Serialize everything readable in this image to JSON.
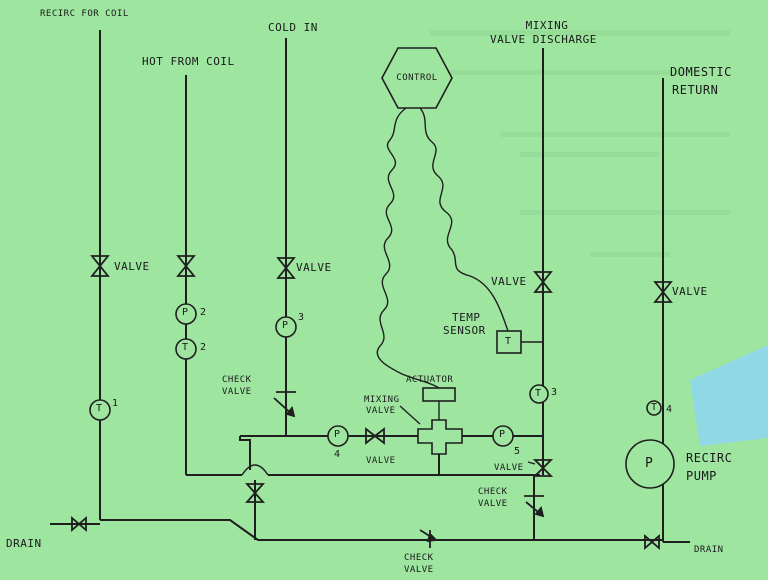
{
  "colors": {
    "paper": "#9ee6a0",
    "ink": "#1f1f1f",
    "tape": "#8fd6ee"
  },
  "labels": {
    "recirc_for_coil": "RECIRC FOR COIL",
    "hot_from_coil": "HOT FROM COIL",
    "cold_in": "COLD IN",
    "mixing_valve_discharge_1": "MIXING",
    "mixing_valve_discharge_2": "VALVE DISCHARGE",
    "domestic_return_1": "DOMESTIC",
    "domestic_return_2": "RETURN",
    "control": "CONTROL",
    "valve_recirc": "VALVE",
    "valve_cold": "VALVE",
    "valve_discharge": "VALVE",
    "valve_return": "VALVE",
    "temp_sensor_1": "TEMP",
    "temp_sensor_2": "SENSOR",
    "check_valve_cold_1": "CHECK",
    "check_valve_cold_2": "VALVE",
    "actuator": "ACTUATOR",
    "mixing_valve_1": "MIXING",
    "mixing_valve_2": "VALVE",
    "valve_mix": "VALVE",
    "valve_discharge_low": "VALVE",
    "check_valve_discharge_1": "CHECK",
    "check_valve_discharge_2": "VALVE",
    "recirc_pump_1": "RECIRC",
    "recirc_pump_2": "PUMP",
    "drain_left": "DRAIN",
    "drain_right": "DRAIN",
    "check_valve_bottom_1": "CHECK",
    "check_valve_bottom_2": "VALVE"
  },
  "instruments": {
    "T1": {
      "letter": "T",
      "num": "1"
    },
    "P2": {
      "letter": "P",
      "num": "2"
    },
    "T2": {
      "letter": "T",
      "num": "2"
    },
    "P3": {
      "letter": "P",
      "num": "3"
    },
    "P4": {
      "letter": "P",
      "num": "4"
    },
    "P5": {
      "letter": "P",
      "num": "5"
    },
    "T3": {
      "letter": "T",
      "num": "3"
    },
    "T4": {
      "letter": "T",
      "num": "4"
    },
    "sensor": {
      "letter": "T"
    },
    "pump": {
      "letter": "P"
    }
  }
}
